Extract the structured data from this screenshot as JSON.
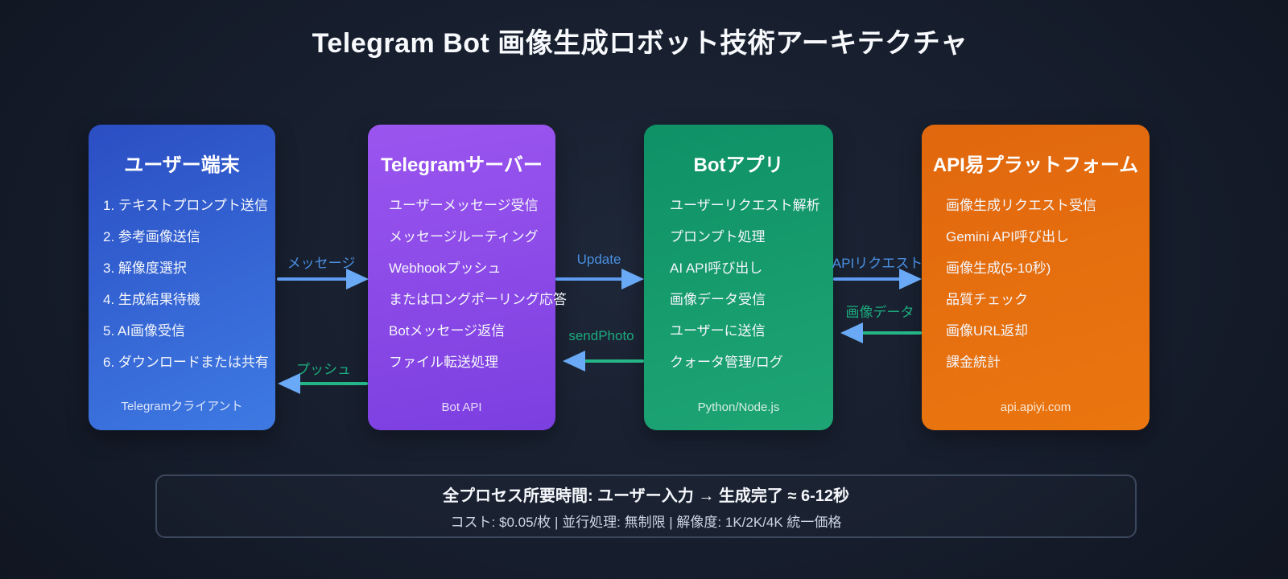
{
  "title": "Telegram Bot 画像生成ロボット技術アーキテクチャ",
  "nodes": [
    {
      "id": "user-device",
      "title": "ユーザー端末",
      "items": [
        "1. テキストプロンプト送信",
        "2. 参考画像送信",
        "3. 解像度選択",
        "4. 生成結果待機",
        "5. AI画像受信",
        "6. ダウンロードまたは共有"
      ],
      "footer": "Telegramクライアント",
      "color": "#3e7ae3"
    },
    {
      "id": "telegram-server",
      "title": "Telegramサーバー",
      "items": [
        "ユーザーメッセージ受信",
        "メッセージルーティング",
        "Webhookプッシュ",
        "またはロングポーリング応答",
        "Botメッセージ返信",
        "ファイル転送処理"
      ],
      "footer": "Bot API",
      "color": "#8b4ae7"
    },
    {
      "id": "bot-app",
      "title": "Botアプリ",
      "items": [
        "ユーザーリクエスト解析",
        "プロンプト処理",
        "AI API呼び出し",
        "画像データ受信",
        "ユーザーに送信",
        "クォータ管理/ログ"
      ],
      "footer": "Python/Node.js",
      "color": "#159b6d"
    },
    {
      "id": "api-platform",
      "title": "API易プラットフォーム",
      "items": [
        "画像生成リクエスト受信",
        "Gemini API呼び出し",
        "画像生成(5-10秒)",
        "品質チェック",
        "画像URL返却",
        "課金統計"
      ],
      "footer": "api.apiyi.com",
      "color": "#e66d0e"
    }
  ],
  "arrows": {
    "forward": [
      {
        "label": "メッセージ",
        "from": "user-device",
        "to": "telegram-server"
      },
      {
        "label": "Update",
        "from": "telegram-server",
        "to": "bot-app"
      },
      {
        "label": "APIリクエスト",
        "from": "bot-app",
        "to": "api-platform"
      }
    ],
    "return": [
      {
        "label": "プッシュ",
        "from": "telegram-server",
        "to": "user-device"
      },
      {
        "label": "sendPhoto",
        "from": "bot-app",
        "to": "telegram-server"
      },
      {
        "label": "画像データ",
        "from": "api-platform",
        "to": "bot-app"
      }
    ],
    "forward_color": "#5e9cf1",
    "return_color": "#25b586",
    "label_blue": "#4a90e2",
    "label_green": "#1cab7d"
  },
  "summary": {
    "line1": "全プロセス所要時間: ユーザー入力 → 生成完了 ≈ 6-12秒",
    "line2": "コスト: $0.05/枚 | 並行処理: 無制限 | 解像度: 1K/2K/4K 統一価格"
  }
}
